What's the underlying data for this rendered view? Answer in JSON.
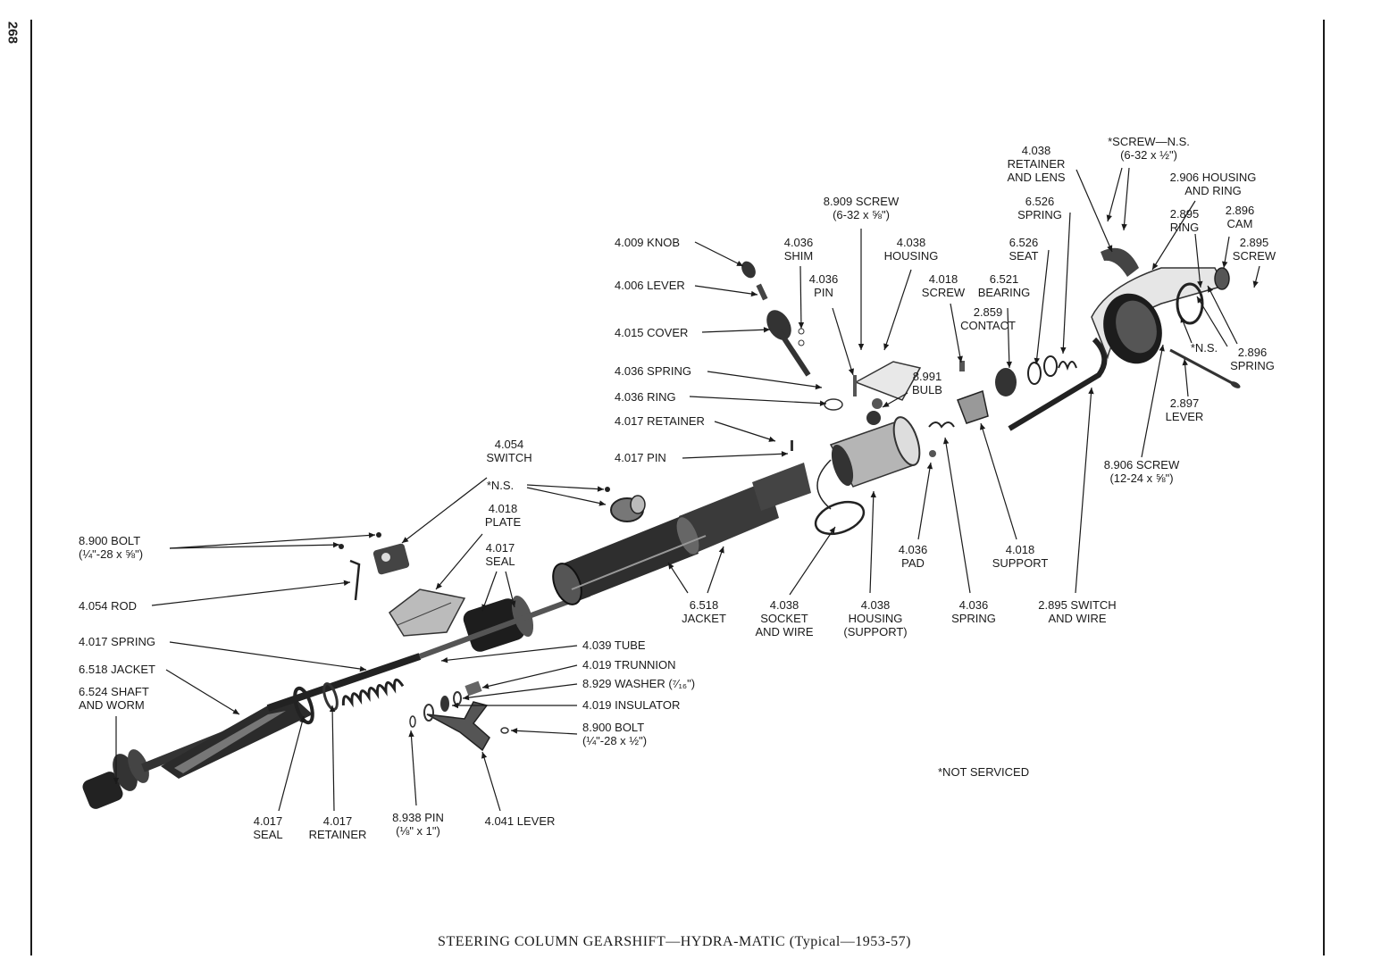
{
  "page_number": "268",
  "caption": "STEERING COLUMN GEARSHIFT—HYDRA-MATIC (Typical—1953-57)",
  "footnote": "*NOT SERVICED",
  "callouts": [
    {
      "id": "knob",
      "lines": [
        "4.009 KNOB"
      ]
    },
    {
      "id": "lever-4006",
      "lines": [
        "4.006 LEVER"
      ]
    },
    {
      "id": "cover",
      "lines": [
        "4.015 COVER"
      ]
    },
    {
      "id": "spring-4036",
      "lines": [
        "4.036 SPRING"
      ]
    },
    {
      "id": "ring-4036",
      "lines": [
        "4.036 RING"
      ]
    },
    {
      "id": "retainer-4017a",
      "lines": [
        "4.017 RETAINER"
      ]
    },
    {
      "id": "pin-4017",
      "lines": [
        "4.017 PIN"
      ]
    },
    {
      "id": "shim",
      "lines": [
        "4.036",
        "SHIM"
      ]
    },
    {
      "id": "pin-4036",
      "lines": [
        "4.036",
        "PIN"
      ]
    },
    {
      "id": "screw-8909",
      "lines": [
        "8.909 SCREW",
        "(6-32 x ⅝\")"
      ]
    },
    {
      "id": "housing-4038",
      "lines": [
        "4.038",
        "HOUSING"
      ]
    },
    {
      "id": "screw-4018",
      "lines": [
        "4.018",
        "SCREW"
      ]
    },
    {
      "id": "bearing",
      "lines": [
        "6.521",
        "BEARING"
      ]
    },
    {
      "id": "contact",
      "lines": [
        "2.859",
        "CONTACT"
      ]
    },
    {
      "id": "bulb",
      "lines": [
        "8.991",
        "BULB"
      ]
    },
    {
      "id": "retainer-lens",
      "lines": [
        "4.038",
        "RETAINER",
        "AND LENS"
      ]
    },
    {
      "id": "spring-6526",
      "lines": [
        "6.526",
        "SPRING"
      ]
    },
    {
      "id": "seat",
      "lines": [
        "6.526",
        "SEAT"
      ]
    },
    {
      "id": "screw-ns",
      "lines": [
        "*SCREW—N.S.",
        "(6-32 x ½\")"
      ]
    },
    {
      "id": "housing-ring",
      "lines": [
        "2.906 HOUSING",
        "AND RING"
      ]
    },
    {
      "id": "ring-2895",
      "lines": [
        "2.895",
        "RING"
      ]
    },
    {
      "id": "cam",
      "lines": [
        "2.896",
        "CAM"
      ]
    },
    {
      "id": "screw-2895",
      "lines": [
        "2.895",
        "SCREW"
      ]
    },
    {
      "id": "ns-right",
      "lines": [
        "*N.S."
      ]
    },
    {
      "id": "spring-2896",
      "lines": [
        "2.896",
        "SPRING"
      ]
    },
    {
      "id": "lever-2897",
      "lines": [
        "2.897",
        "LEVER"
      ]
    },
    {
      "id": "screw-8906",
      "lines": [
        "8.906 SCREW",
        "(12-24 x ⅝\")"
      ]
    },
    {
      "id": "switch-4054",
      "lines": [
        "4.054",
        "SWITCH"
      ]
    },
    {
      "id": "ns-left",
      "lines": [
        "*N.S."
      ]
    },
    {
      "id": "plate",
      "lines": [
        "4.018",
        "PLATE"
      ]
    },
    {
      "id": "seal-4017top",
      "lines": [
        "4.017",
        "SEAL"
      ]
    },
    {
      "id": "bolt-8900top",
      "lines": [
        "8.900 BOLT",
        "(¼\"-28 x ⅝\")"
      ]
    },
    {
      "id": "rod",
      "lines": [
        "4.054 ROD"
      ]
    },
    {
      "id": "spring-4017",
      "lines": [
        "4.017 SPRING"
      ]
    },
    {
      "id": "jacket-6518left",
      "lines": [
        "6.518 JACKET"
      ]
    },
    {
      "id": "shaft-worm",
      "lines": [
        "6.524 SHAFT",
        "AND WORM"
      ]
    },
    {
      "id": "tube",
      "lines": [
        "4.039 TUBE"
      ]
    },
    {
      "id": "trunnion",
      "lines": [
        "4.019 TRUNNION"
      ]
    },
    {
      "id": "washer",
      "lines": [
        "8.929 WASHER (⁷⁄₁₆\")"
      ]
    },
    {
      "id": "insulator",
      "lines": [
        "4.019 INSULATOR"
      ]
    },
    {
      "id": "bolt-8900bot",
      "lines": [
        "8.900 BOLT",
        "(¼\"-28 x ½\")"
      ]
    },
    {
      "id": "seal-4017bot",
      "lines": [
        "4.017",
        "SEAL"
      ]
    },
    {
      "id": "retainer-4017bot",
      "lines": [
        "4.017",
        "RETAINER"
      ]
    },
    {
      "id": "pin-8938",
      "lines": [
        "8.938 PIN",
        "(⅛\" x 1\")"
      ]
    },
    {
      "id": "lever-4041",
      "lines": [
        "4.041 LEVER"
      ]
    },
    {
      "id": "jacket-6518mid",
      "lines": [
        "6.518",
        "JACKET"
      ]
    },
    {
      "id": "socket-wire",
      "lines": [
        "4.038",
        "SOCKET",
        "AND WIRE"
      ]
    },
    {
      "id": "housing-support",
      "lines": [
        "4.038",
        "HOUSING",
        "(SUPPORT)"
      ]
    },
    {
      "id": "pad",
      "lines": [
        "4.036",
        "PAD"
      ]
    },
    {
      "id": "spring-4036bot",
      "lines": [
        "4.036",
        "SPRING"
      ]
    },
    {
      "id": "support-4018",
      "lines": [
        "4.018",
        "SUPPORT"
      ]
    },
    {
      "id": "switch-wire",
      "lines": [
        "2.895 SWITCH",
        "AND WIRE"
      ]
    }
  ]
}
